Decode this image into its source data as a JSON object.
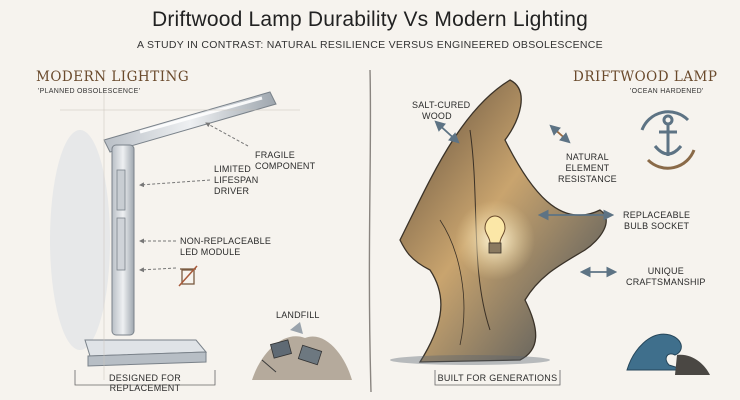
{
  "title": "Driftwood Lamp Durability Vs Modern Lighting",
  "subtitle": "A STUDY IN CONTRAST: NATURAL RESILIENCE VERSUS ENGINEERED OBSOLESCENCE",
  "left": {
    "heading": "MODERN LIGHTING",
    "tag": "'PLANNED OBSOLESCENCE'",
    "labels": {
      "fragile": [
        "FRAGILE",
        "COMPONENT"
      ],
      "driver": [
        "LIMITED",
        "LIFESPAN",
        "DRIVER"
      ],
      "led": [
        "NON-REPLACEABLE",
        "LED MODULE"
      ],
      "landfill": "LANDFILL"
    },
    "caption": "DESIGNED FOR REPLACEMENT"
  },
  "right": {
    "heading": "DRIFTWOOD LAMP",
    "tag": "'OCEAN HARDENED'",
    "labels": {
      "salt": [
        "SALT-CURED",
        "WOOD"
      ],
      "resistance": [
        "NATURAL",
        "ELEMENT",
        "RESISTANCE"
      ],
      "socket": [
        "REPLACEABLE",
        "BULB SOCKET"
      ],
      "craft": [
        "UNIQUE",
        "CRAFTSMANSHIP"
      ]
    },
    "caption": "BUILT FOR GENERATIONS"
  },
  "icons": [
    "anchor-icon",
    "no-bin-icon",
    "wave-icon",
    "bulb-icon"
  ],
  "colors": {
    "heading": "#6a4a2c",
    "arrow": "#5d7384",
    "wood": "#8b6a48"
  }
}
